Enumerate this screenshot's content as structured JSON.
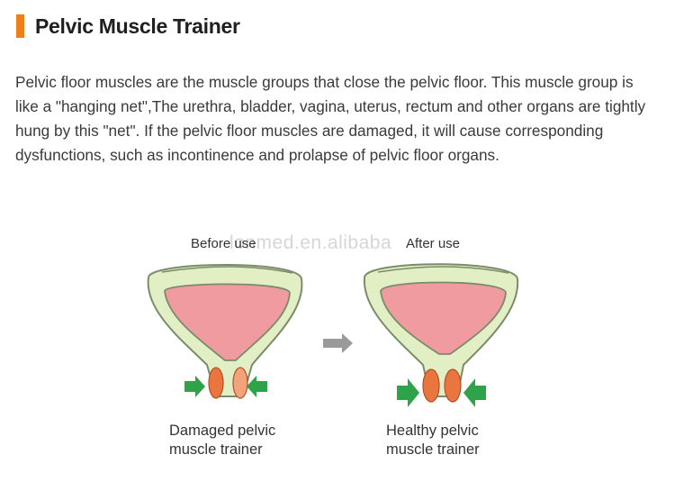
{
  "header": {
    "title": "Pelvic Muscle Trainer",
    "accent_color": "#f07e1b"
  },
  "intro": {
    "text": "Pelvic floor muscles are the muscle groups that close the pelvic floor. This muscle group is like a \"hanging net\",The urethra, bladder, vagina, uterus, rectum and other organs are tightly hung by this \"net\". If the pelvic floor muscles are damaged, it will cause corresponding dysfunctions, such as incontinence and prolapse of pelvic floor organs."
  },
  "diagram": {
    "watermark": "lonmed.en.alibaba",
    "before": {
      "caption": "Before use",
      "label_line1": "Damaged pelvic",
      "label_line2": "muscle trainer"
    },
    "after": {
      "caption": "After use",
      "label_line1": "Healthy pelvic",
      "label_line2": "muscle trainer"
    },
    "colors": {
      "shell": "#e2efc4",
      "outline": "#7a8c6a",
      "bladder": "#ef9ba0",
      "muscle": "#e8763e",
      "arrow_green": "#2fa34a",
      "arrow_gray": "#9a9a9a"
    }
  }
}
